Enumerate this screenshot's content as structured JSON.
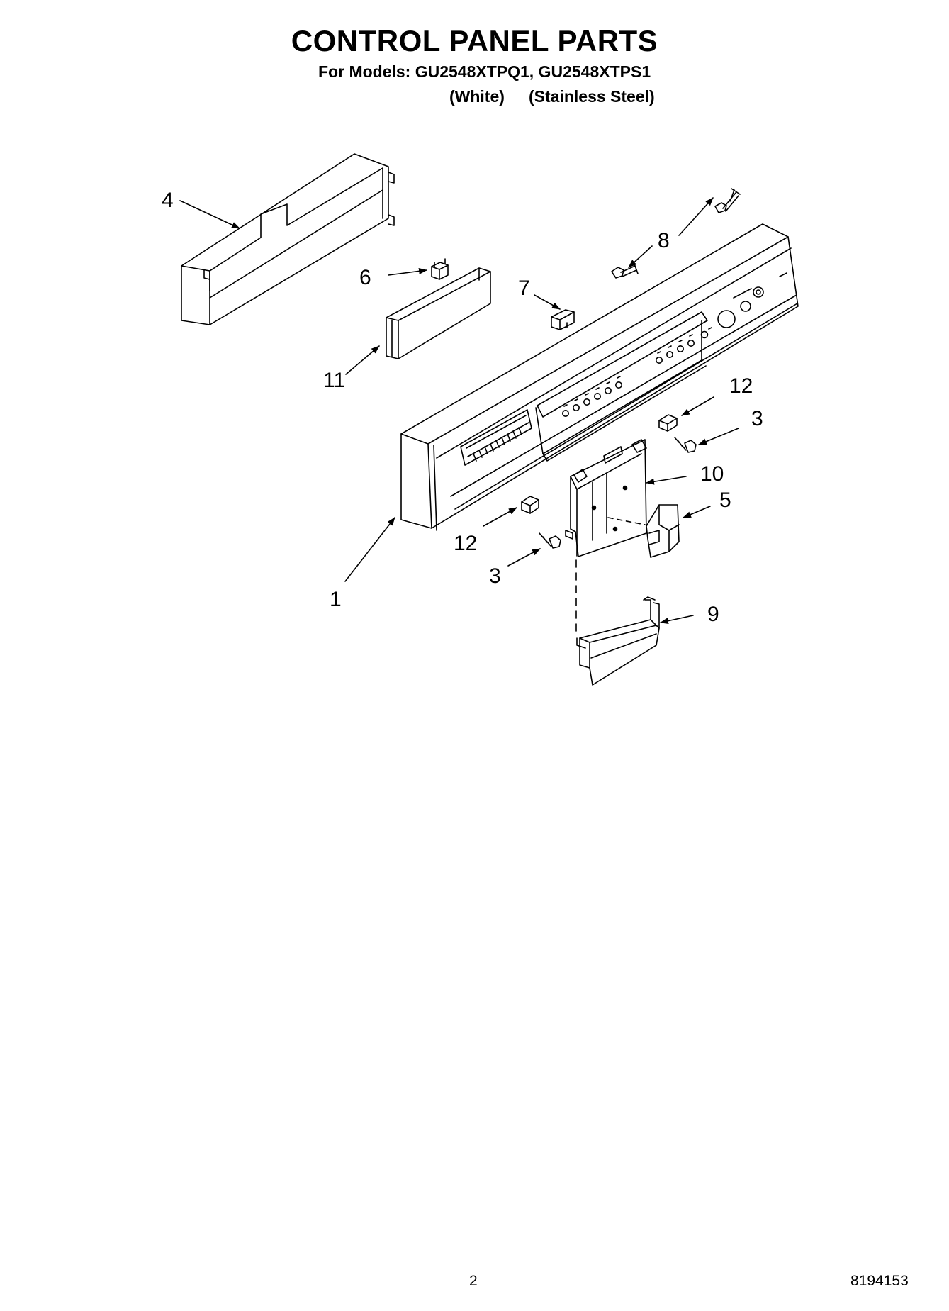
{
  "header": {
    "title": "CONTROL PANEL PARTS",
    "models_line": "For Models: GU2548XTPQ1, GU2548XTPS1",
    "finish_white": "(White)",
    "finish_steel": "(Stainless Steel)"
  },
  "callouts": {
    "c1": "1",
    "c3a": "3",
    "c3b": "3",
    "c4": "4",
    "c5": "5",
    "c6": "6",
    "c7": "7",
    "c8": "8",
    "c9": "9",
    "c10": "10",
    "c11": "11",
    "c12a": "12",
    "c12b": "12"
  },
  "footer": {
    "page_number": "2",
    "doc_number": "8194153"
  }
}
